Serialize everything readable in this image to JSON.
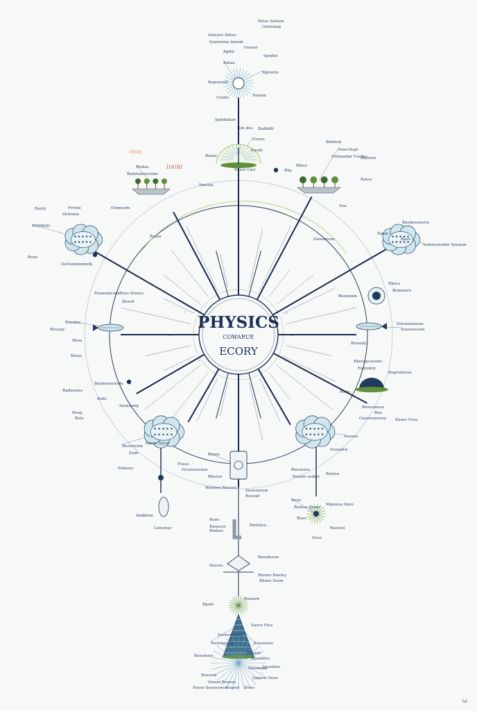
{
  "center": {
    "line1": "PHYSICS",
    "line2": "COWARUE",
    "line3": "ECORY"
  },
  "corner_mark": "hd",
  "colors": {
    "ink": "#1c2f55",
    "line": "#17264a",
    "ring": "#9aa8b8",
    "green": "#5f8f3a",
    "leaf": "#a5c96e",
    "ice": "#cfe6ee",
    "accent": "#c7633a"
  },
  "node_icons": [
    {
      "name": "lightbulb-icon"
    },
    {
      "name": "sun-figure-icon"
    },
    {
      "name": "tree-island-icon"
    },
    {
      "name": "shrub-island-icon"
    },
    {
      "name": "brain-cloud-icon"
    },
    {
      "name": "cell-cloud-icon"
    },
    {
      "name": "fish-left-icon"
    },
    {
      "name": "fish-right-icon"
    },
    {
      "name": "bug-orb-icon"
    },
    {
      "name": "fern-sphere-icon"
    },
    {
      "name": "pod-cluster-icon"
    },
    {
      "name": "atom-stack-icon"
    },
    {
      "name": "spore-icon"
    },
    {
      "name": "pipe-icon"
    },
    {
      "name": "book-icon"
    },
    {
      "name": "cone-tower-icon"
    }
  ],
  "labels": [
    {
      "text": "Palus Satuon"
    },
    {
      "text": "Oonwang"
    },
    {
      "text": "Saluoro Sdoss"
    },
    {
      "text": "Ssarooma iiarom"
    },
    {
      "text": "Oossor"
    },
    {
      "text": "Rpdw"
    },
    {
      "text": "Spoder"
    },
    {
      "text": "Ratao"
    },
    {
      "text": "Rgiretto"
    },
    {
      "text": "Bopenond"
    },
    {
      "text": "Coodo"
    },
    {
      "text": "Doasta"
    },
    {
      "text": "Spmdahoe"
    },
    {
      "text": "Rsh dos"
    },
    {
      "text": "Radhdlt"
    },
    {
      "text": "Resoc"
    },
    {
      "text": "Oovyo"
    },
    {
      "text": "Easdy"
    },
    {
      "text": "Deasr Ller"
    },
    {
      "text": "Bomtop"
    },
    {
      "text": "Doecrlopr"
    },
    {
      "text": "Ootnasdar Uoohy"
    },
    {
      "text": "Daltoen"
    },
    {
      "text": "Rhiso"
    },
    {
      "text": "Rhy"
    },
    {
      "text": "Ratso"
    },
    {
      "text": "Rlsdas"
    },
    {
      "text": "Balatianesrome"
    },
    {
      "text": "DNIRI"
    },
    {
      "text": "Smrate"
    },
    {
      "text": "Sea"
    },
    {
      "text": "Raoty"
    },
    {
      "text": "Pvroin"
    },
    {
      "text": "Stotonio"
    },
    {
      "text": "Oonnoom"
    },
    {
      "text": "PODROD"
    },
    {
      "text": "Pamn"
    },
    {
      "text": "Basdessaoore"
    },
    {
      "text": "Roov"
    },
    {
      "text": "Somosonsdor Sosaom"
    },
    {
      "text": "Rooe"
    },
    {
      "text": "Osvtianinomotk"
    },
    {
      "text": "Oenssroon"
    },
    {
      "text": "Rraos"
    },
    {
      "text": "Rhecs"
    },
    {
      "text": "Bomawro"
    },
    {
      "text": "Reoonmn"
    },
    {
      "text": "Rsoo Srooss"
    },
    {
      "text": "Poswnmsoox"
    },
    {
      "text": "Broolt"
    },
    {
      "text": "Esoofos"
    },
    {
      "text": "Rrssaly"
    },
    {
      "text": "Phoa"
    },
    {
      "text": "Dotanwanoos"
    },
    {
      "text": "Sossessosre"
    },
    {
      "text": "Roosaty"
    },
    {
      "text": "Bsoss"
    },
    {
      "text": "Rbotepcooono"
    },
    {
      "text": "Fomomiy"
    },
    {
      "text": "Rogrobooss"
    },
    {
      "text": "Booboosooodo"
    },
    {
      "text": "Radoostss"
    },
    {
      "text": "Pttro"
    },
    {
      "text": "Rtdo"
    },
    {
      "text": "Sasnoong"
    },
    {
      "text": "Roog"
    },
    {
      "text": "Bsto"
    },
    {
      "text": "Rewosoosn"
    },
    {
      "text": "Rno"
    },
    {
      "text": "Raoss Foos"
    },
    {
      "text": "Oaoovowosoy"
    },
    {
      "text": "Bsoosiutm"
    },
    {
      "text": "Saoor Socw"
    },
    {
      "text": "Eadr"
    },
    {
      "text": "Fomony"
    },
    {
      "text": "Ftusu"
    },
    {
      "text": "Orsoouvonoe"
    },
    {
      "text": "Pooooo"
    },
    {
      "text": "Esoaenw"
    },
    {
      "text": "Rorsnoos"
    },
    {
      "text": "Pootoo sodmt"
    },
    {
      "text": "Rolsoo"
    },
    {
      "text": "Anddooe"
    },
    {
      "text": "Lowonay"
    },
    {
      "text": "Srooo"
    },
    {
      "text": "Rhsoos"
    },
    {
      "text": "Wooboo Rooorn"
    },
    {
      "text": "Snuooosow"
    },
    {
      "text": "Rsoowt"
    },
    {
      "text": "Rooo"
    },
    {
      "text": "Raoscey"
    },
    {
      "text": "Rlaboo"
    },
    {
      "text": "Porlotoo"
    },
    {
      "text": "Sosoos"
    },
    {
      "text": "Rwndeoon"
    },
    {
      "text": "Rnowo Roofoy"
    },
    {
      "text": "Bhoes Soow"
    },
    {
      "text": "Rpolo"
    },
    {
      "text": "Rsonow"
    },
    {
      "text": "Saoso Ftos"
    },
    {
      "text": "Esorosoowo"
    },
    {
      "text": "Pootssopow"
    },
    {
      "text": "Sooswooc"
    },
    {
      "text": "Boosdoos"
    },
    {
      "text": "Rssaoo"
    },
    {
      "text": "Rocoooro"
    },
    {
      "text": "Pooomom"
    },
    {
      "text": "Sosoetoo"
    },
    {
      "text": "Rosoom"
    },
    {
      "text": "Ooosd Rooreo"
    },
    {
      "text": "Sanorb Ooos"
    },
    {
      "text": "Sooss Soosoowoe"
    },
    {
      "text": "Ssooer"
    },
    {
      "text": "Dooo"
    },
    {
      "text": "Roso"
    },
    {
      "text": "Rowoo Sooos"
    },
    {
      "text": "Wgowoo Soso"
    },
    {
      "text": "Raoowl"
    },
    {
      "text": "Sooo"
    },
    {
      "text": "Roso"
    }
  ],
  "small_marks": [
    "1",
    "2",
    "4",
    "3",
    "2",
    "3",
    "4",
    "1"
  ]
}
